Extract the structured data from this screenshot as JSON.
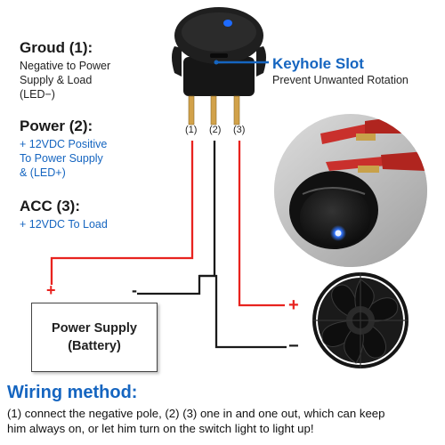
{
  "ground": {
    "title": "Groud (1):",
    "lines": [
      "Negative to Power",
      "Supply & Load",
      "(LED−)"
    ]
  },
  "power": {
    "title": "Power (2):",
    "lines": [
      "+ 12VDC Positive",
      "To Power Supply",
      "& (LED+)"
    ]
  },
  "acc": {
    "title": "ACC (3):",
    "lines": [
      "+ 12VDC To Load"
    ]
  },
  "keyhole": {
    "title": "Keyhole Slot",
    "subtitle": "Prevent Unwanted Rotation"
  },
  "pins": [
    "(1)",
    "(2)",
    "(3)"
  ],
  "power_supply": {
    "line1": "Power Supply",
    "line2": "(Battery)",
    "plus": "+",
    "minus": "-"
  },
  "fan_terminals": {
    "plus": "+",
    "minus": "−"
  },
  "wiring": {
    "title": "Wiring method:",
    "line1": "(1) connect the negative pole, (2) (3) one in and one out, which can keep",
    "line2": "him always on, or let him turn on the switch light to light up!"
  },
  "colors": {
    "blue_text": "#1565c0",
    "wire_red": "#e8231f",
    "wire_black": "#1a1a1a",
    "led_blue": "#1e6bff"
  },
  "icons": [
    "rocker-switch-icon",
    "switch-photo-icon",
    "fan-icon"
  ]
}
